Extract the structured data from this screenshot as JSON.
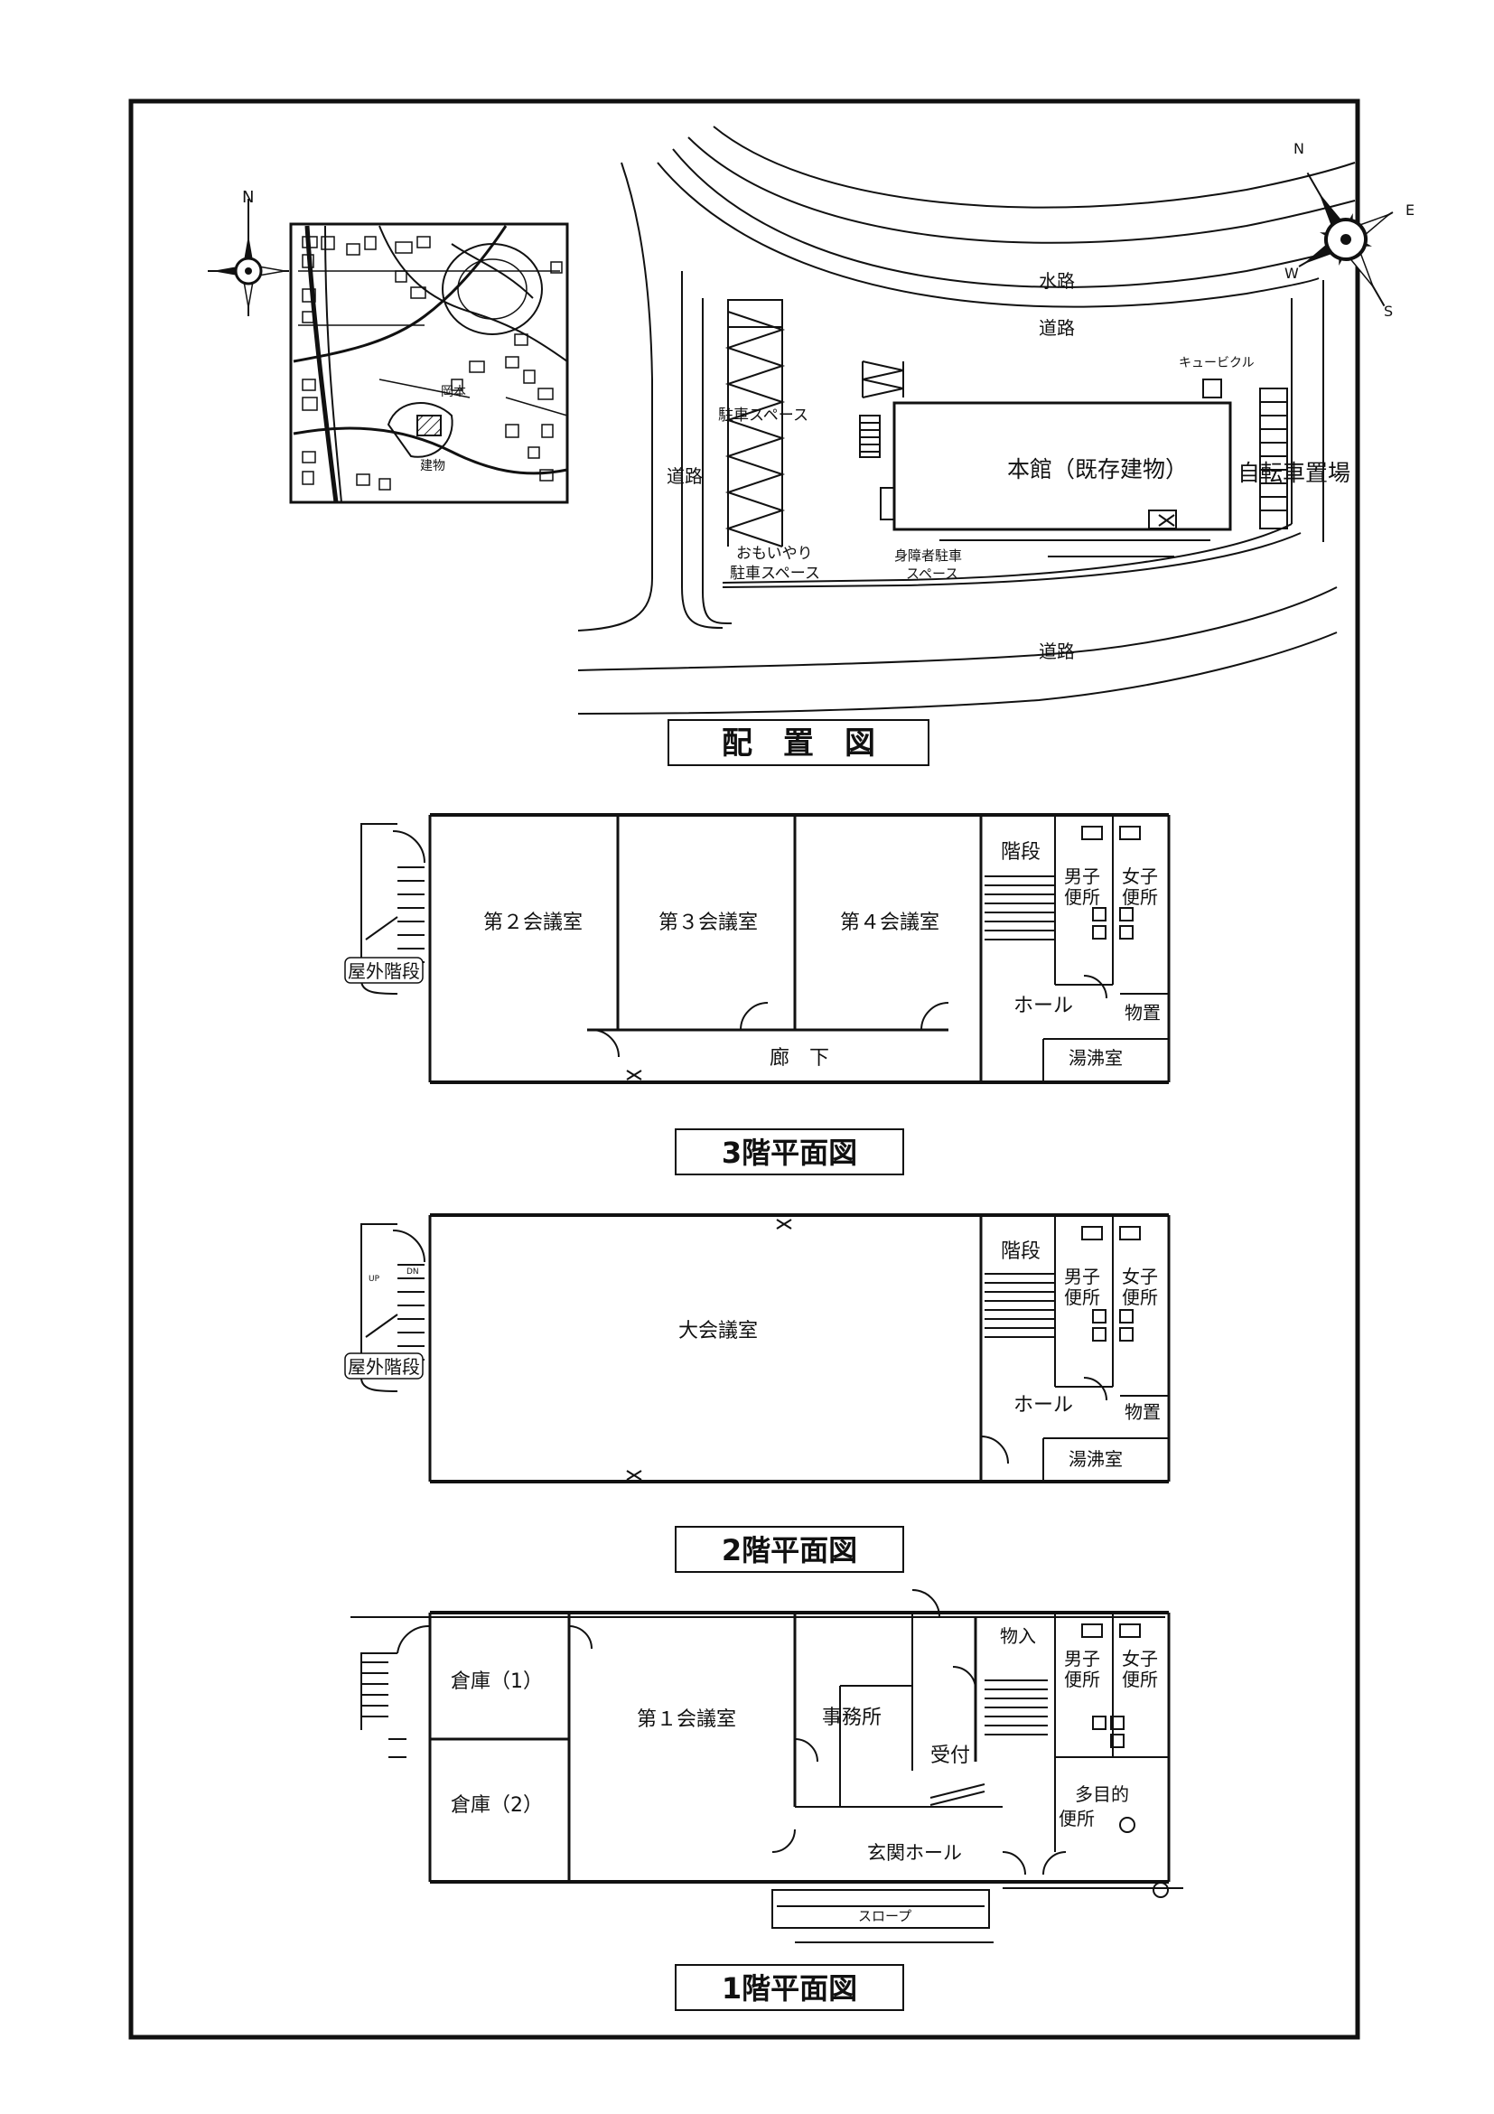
{
  "site_plan": {
    "title": "配　置　図",
    "compass_letters": {
      "n": "N",
      "e": "E",
      "s": "S",
      "w": "W"
    },
    "labels": {
      "waterway": "水路",
      "road_upper": "道路",
      "road_left": "道路",
      "road_lower": "道路",
      "cubicle": "キュービクル",
      "parking": "駐車スペース",
      "main_building": "本館（既存建物）",
      "bicycle": "自転車置場",
      "omoiyari_1": "おもいやり",
      "omoiyari_2": "駐車スペース",
      "disabled_1": "身障者駐車",
      "disabled_2": "スペース"
    }
  },
  "location_map": {
    "compass_letter": "N",
    "labels": {
      "area": "岡本",
      "building": "建物"
    }
  },
  "floor3": {
    "title": "3階平面図",
    "rooms": {
      "conf2": "第２会議室",
      "conf3": "第３会議室",
      "conf4": "第４会議室",
      "stairs": "階段",
      "mens_1": "男子",
      "mens_2": "便所",
      "womens_1": "女子",
      "womens_2": "便所",
      "hall": "ホール",
      "storage": "物置",
      "corridor": "廊　下",
      "kettle": "湯沸室",
      "outdoor_stairs": "屋外階段"
    }
  },
  "floor2": {
    "title": "2階平面図",
    "rooms": {
      "main_conf": "大会議室",
      "stairs": "階段",
      "mens_1": "男子",
      "mens_2": "便所",
      "womens_1": "女子",
      "womens_2": "便所",
      "hall": "ホール",
      "storage": "物置",
      "kettle": "湯沸室",
      "outdoor_stairs": "屋外階段",
      "up": "UP",
      "dn": "DN"
    }
  },
  "floor1": {
    "title": "1階平面図",
    "rooms": {
      "store1": "倉庫（1）",
      "store2": "倉庫（2）",
      "conf1": "第１会議室",
      "office": "事務所",
      "reception": "受付",
      "storage": "物入",
      "mens_1": "男子",
      "mens_2": "便所",
      "womens_1": "女子",
      "womens_2": "便所",
      "multi_1": "多目的",
      "multi_2": "便所",
      "entrance": "玄関ホール",
      "slope": "スロープ"
    }
  }
}
